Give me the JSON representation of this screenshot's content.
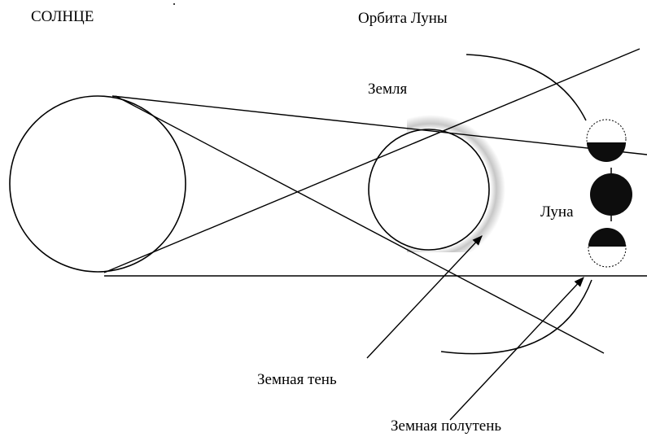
{
  "labels": {
    "sun": "СОЛНЦЕ",
    "moon_orbit": "Орбита Луны",
    "earth": "Земля",
    "moon": "Луна",
    "earth_umbra": "Земная тень",
    "earth_penumbra": "Земная полутень"
  },
  "colors": {
    "line": "#000000",
    "background": "#ffffff",
    "earth_glow": "#bdbdbd",
    "moon_dark": "#0d0d0d"
  }
}
